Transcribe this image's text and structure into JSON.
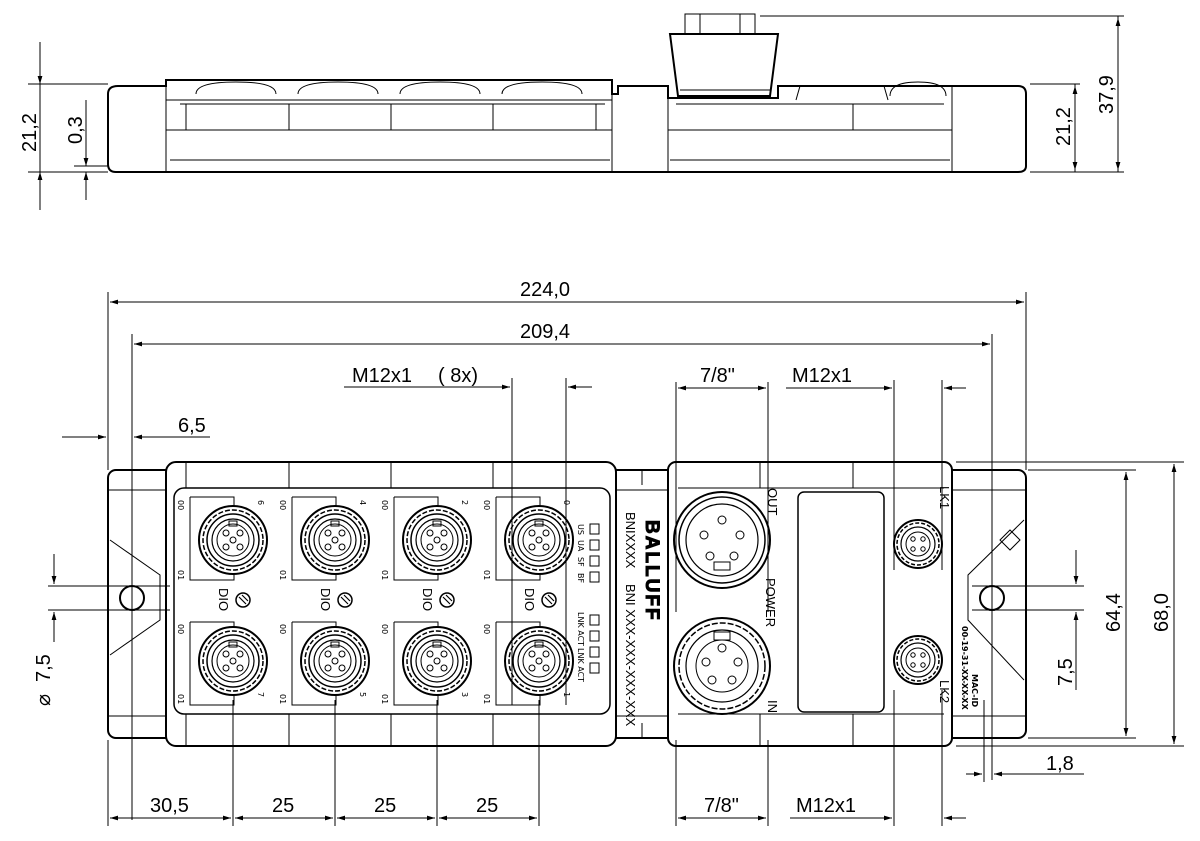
{
  "dimensions": {
    "side_height_left": "21,2",
    "side_offset": "0,3",
    "side_height_right": "21,2",
    "total_height": "37,9",
    "overall_length": "224,0",
    "hole_spacing": "209,4",
    "m12_group": "M12x1",
    "m12_count": "( 8x)",
    "power_conn_top": "7/8\"",
    "m12_right_top": "M12x1",
    "edge_offset": "6,5",
    "hole_diameter": "7,5",
    "hole_height": "7,5",
    "inner_height": "64,4",
    "overall_height": "68,0",
    "flange_offset": "1,8",
    "first_port": "30,5",
    "pitch_1": "25",
    "pitch_2": "25",
    "pitch_3": "25",
    "power_conn_bottom": "7/8\"",
    "m12_right_bottom": "M12x1",
    "diameter_symbol": "⌀"
  },
  "labels": {
    "brand": "BALLUFF",
    "model_short": "BNIXXXX",
    "model_long": "BNI XXX-XXX-XXX-XXX",
    "port_function": "DIO",
    "pin_00": "00",
    "pin_01": "01",
    "out": "OUT",
    "in": "IN",
    "power": "POWER",
    "lk1": "LK1",
    "lk2": "LK2",
    "mac_label": "MAC-ID",
    "mac_value": "00-19-31-XX-XX-XX",
    "led_us": "US",
    "led_ua": "UA",
    "led_sf": "SF",
    "led_bf": "BF",
    "led_lnk1": "LNK ACT",
    "led_lnk2": "LNK ACT",
    "ports_top": [
      "6",
      "4",
      "2",
      "0"
    ],
    "ports_bottom": [
      "7",
      "5",
      "3",
      "1"
    ]
  },
  "colors": {
    "line": "#000000",
    "background": "#ffffff"
  }
}
